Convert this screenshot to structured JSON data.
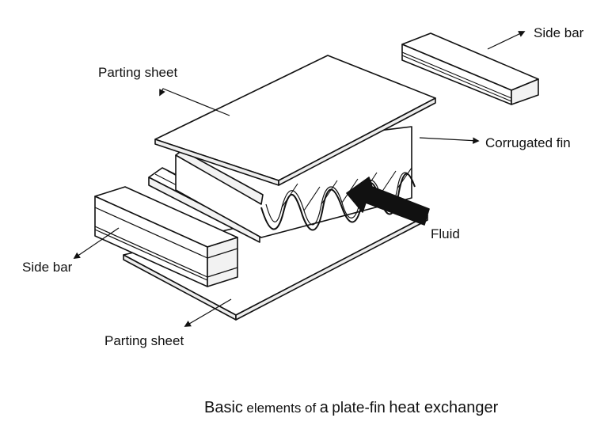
{
  "labels": {
    "parting_sheet_top": "Parting sheet",
    "side_bar_top": "Side bar",
    "corrugated_fin": "Corrugated fin",
    "fluid": "Fluid",
    "side_bar_left": "Side bar",
    "parting_sheet_bottom": "Parting sheet"
  },
  "caption": {
    "part1": "Basic",
    "part2": "elements of",
    "part3": "a",
    "part4": "plate-fin",
    "part5": "heat exchanger"
  },
  "colors": {
    "line": "#111111",
    "fill": "#ffffff",
    "fill_shade": "#f2f2f2"
  }
}
